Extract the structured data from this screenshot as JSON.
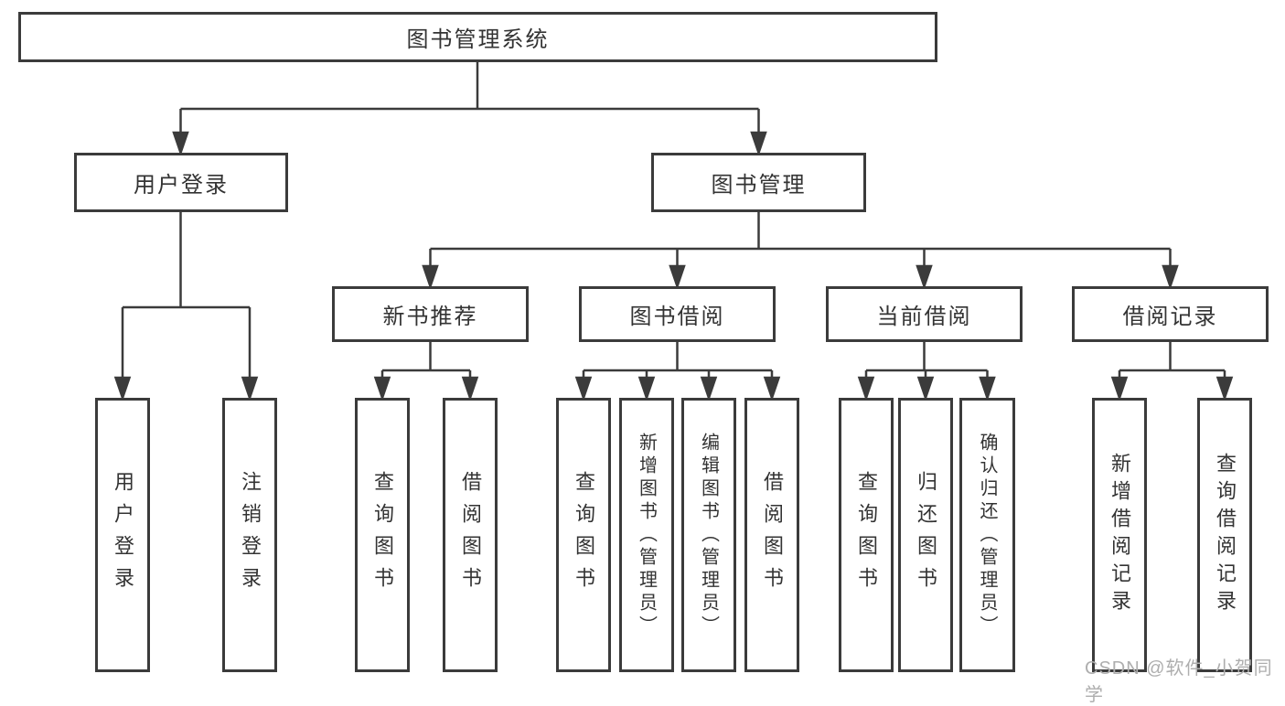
{
  "diagram": {
    "type": "tree",
    "title": "图书管理系统",
    "tree": {
      "label": "图书管理系统",
      "children": [
        {
          "label": "用户登录",
          "children": [
            {
              "label": "用户登录"
            },
            {
              "label": "注销登录"
            }
          ]
        },
        {
          "label": "图书管理",
          "children": [
            {
              "label": "新书推荐",
              "children": [
                {
                  "label": "查询图书"
                },
                {
                  "label": "借阅图书"
                }
              ]
            },
            {
              "label": "图书借阅",
              "children": [
                {
                  "label": "查询图书"
                },
                {
                  "label": "新增图书（管理员）"
                },
                {
                  "label": "编辑图书（管理员）"
                },
                {
                  "label": "借阅图书"
                }
              ]
            },
            {
              "label": "当前借阅",
              "children": [
                {
                  "label": "查询图书"
                },
                {
                  "label": "归还图书"
                },
                {
                  "label": "确认归还（管理员）"
                }
              ]
            },
            {
              "label": "借阅记录",
              "children": [
                {
                  "label": "新增借阅记录"
                },
                {
                  "label": "查询借阅记录"
                }
              ]
            }
          ]
        }
      ]
    },
    "colors": {
      "line": "#3b3b3b",
      "text": "#333333",
      "background": "#ffffff",
      "watermark_text": "#aeaeae"
    }
  },
  "watermark": {
    "text": "CSDN @软件_小贺同学"
  }
}
